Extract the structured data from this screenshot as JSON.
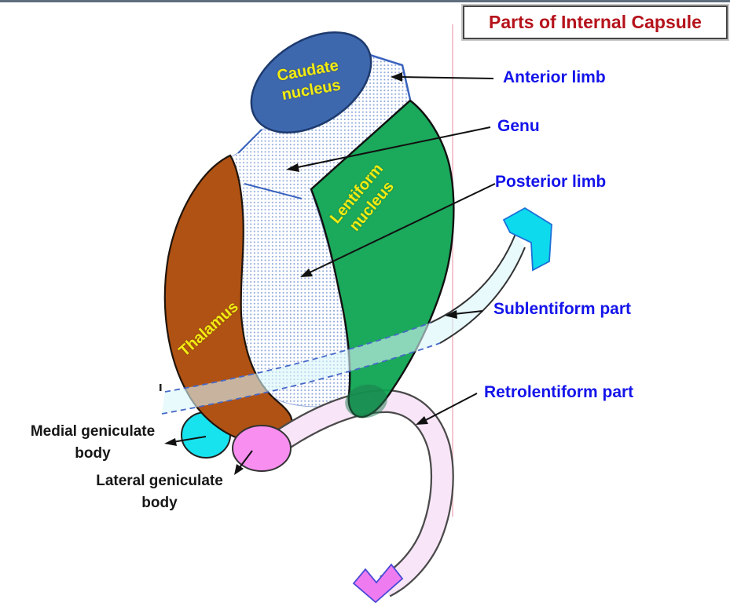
{
  "title": "Parts of Internal Capsule",
  "structures": {
    "caudate": {
      "line1": "Caudate",
      "line2": "nucleus"
    },
    "lentiform": {
      "line1": "Lentiform",
      "line2": "nucleus"
    },
    "thalamus": {
      "label": "Thalamus"
    }
  },
  "annotations": {
    "anterior_limb": "Anterior limb",
    "genu": "Genu",
    "posterior_limb": "Posterior limb",
    "sublentiform": "Sublentiform part",
    "retrolentiform": "Retrolentiform part",
    "medial_geniculate_line1": "Medial geniculate",
    "medial_geniculate_line2": "body",
    "lateral_geniculate_line1": "Lateral geniculate",
    "lateral_geniculate_line2": "body"
  },
  "colors": {
    "title_red": "#b5121b",
    "label_blue": "#1414ea",
    "label_black": "#161616",
    "shape_label_yellow": "#f3ec11",
    "caudate_blue": "#3e68ae",
    "lentiform_green": "#0aa24f",
    "thalamus_brown": "#b05214",
    "medial_geniculate_cyan": "#17e3ef",
    "lateral_geniculate_pink": "#f78ef0",
    "sublentiform_band_cyan": "#d9f6fa",
    "retrolentiform_band_pink": "#f8e6f8",
    "capsule_dot_blue": "#7d9ad6",
    "arrowhead_cyan": "#0edaed",
    "arrowhead_magenta": "#ee7cf0"
  }
}
